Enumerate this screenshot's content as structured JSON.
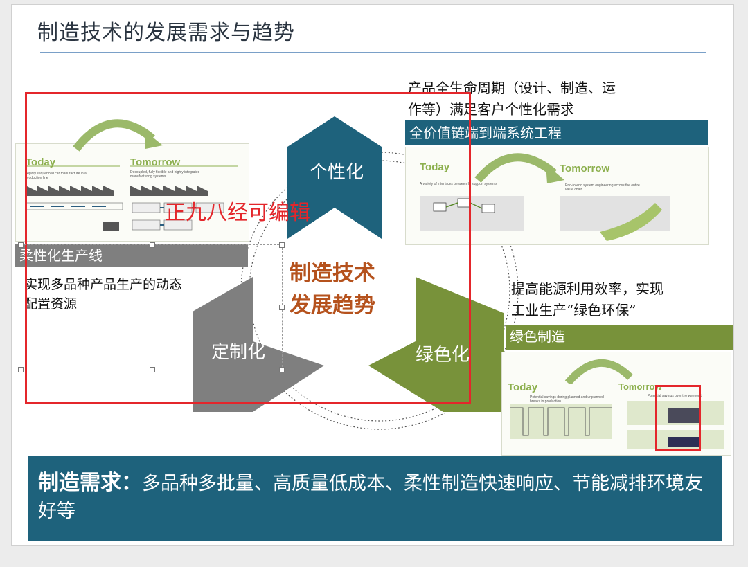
{
  "slide": {
    "title": "制造技术的发展需求与趋势",
    "bottom_bold": "制造需求：",
    "bottom_text": "多品种多批量、高质量低成本、柔性制造快速响应、节能减排环境友好等"
  },
  "center": {
    "line1": "制造技术",
    "line2": "发展趋势"
  },
  "hexagons": {
    "top": "个性化",
    "left": "定制化",
    "right": "绿色化"
  },
  "watermark": "正九八经可编辑",
  "left_panel": {
    "bar": "柔性化生产线",
    "desc": [
      "实现多品种产品生产的动态",
      "配置资源"
    ],
    "today": "Today",
    "tomorrow": "Tomorrow",
    "today_sub": "Rigidly sequenced car manufacture in a production line",
    "tomorrow_sub": "Decoupled, fully flexible and highly integrated manufacturing systems"
  },
  "top_panel": {
    "desc": [
      "产品全生命周期（设计、制造、运",
      "作等）满足客户个性化需求"
    ],
    "bar": "全价值链端到端系统工程",
    "today": "Today",
    "tomorrow": "Tomorrow",
    "today_sub": "A variety of interfaces between IT support systems",
    "tomorrow_sub": "End-to-end system engineering across the entire value chain"
  },
  "right_panel": {
    "desc": [
      "提高能源利用效率，实现",
      "工业生产“绿色环保”"
    ],
    "bar": "绿色制造",
    "today": "Today",
    "tomorrow": "Tomorrow",
    "today_sub": "Potential savings during planned and unplanned breaks in production",
    "tomorrow_sub": "Potential savings over the weekend"
  },
  "colors": {
    "teal": "#1e627c",
    "gray": "#7f7f7f",
    "green": "#78923a",
    "red": "#e4262b",
    "brown": "#b5521d"
  }
}
